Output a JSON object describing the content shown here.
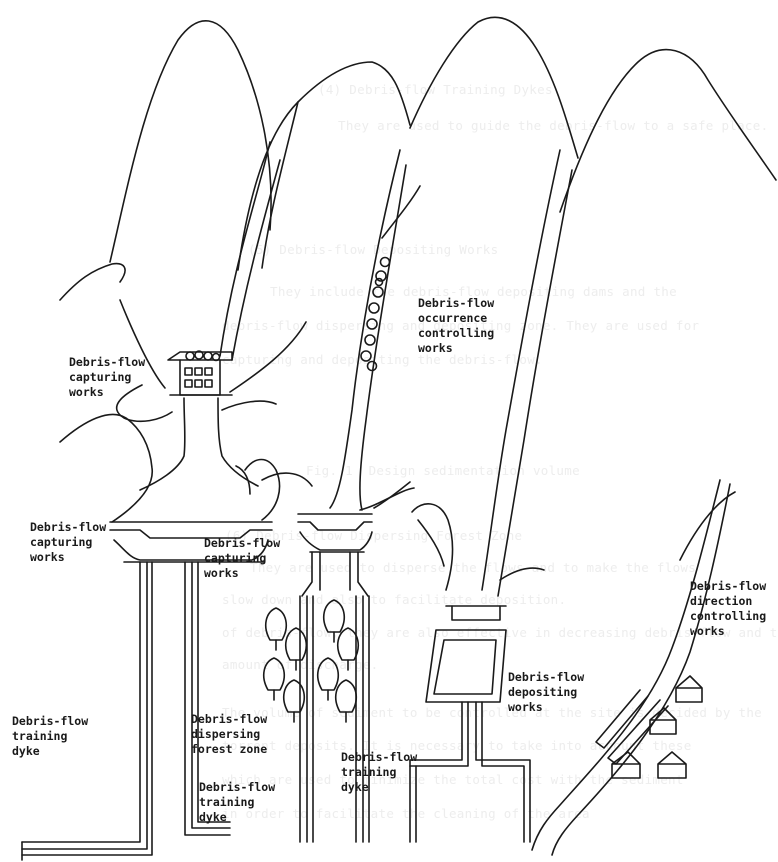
{
  "labels": {
    "capturing_upper": "Debris-flow\ncapturing\nworks",
    "occurrence_controlling": "Debris-flow\noccurrence\ncontrolling\nworks",
    "capturing_left": "Debris-flow\ncapturing\nworks",
    "capturing_mid": "Debris-flow\ncapturing\nworks",
    "direction_controlling": "Debris-flow\ndirection\ncontrolling\nworks",
    "depositing": "Debris-flow\ndepositing\nworks",
    "training_dyke_left": "Debris-flow\ntraining\ndyke",
    "dispersing_forest": "Debris-flow\ndispersing\nforest zone",
    "training_dyke_mid": "Debris-flow\ntraining\ndyke",
    "training_dyke_right": "Debris-flow\ntraining\ndyke"
  },
  "background_text": [
    "(4) Debris-flow Training Dykes",
    "They are used to guide the debris-flow to a safe place.",
    "(5) Debris-flow Depositing Works",
    "They include the debris-flow depositing dams and the",
    "debris-flow dispersing and depositing zone. They are used for",
    "capturing and depositing the debris-flow.",
    "Fig. 1  Design sedimentation volume",
    "(6) Debris-flow Dispersing Forest Zone",
    "They are used to disperse the flows and to make the flows",
    "slow down and also to facilitate deposition.",
    "of debris-flow, they are also effective in decreasing debris-flow and the",
    "amount of discharge.",
    "The volume of sediment to be controlled at the site is decided by the",
    "torrent deposits. It is necessary to take into account these",
    "which are used to minimize the total cost with the sediment",
    "in order to facilitate the cleaning of the area"
  ]
}
